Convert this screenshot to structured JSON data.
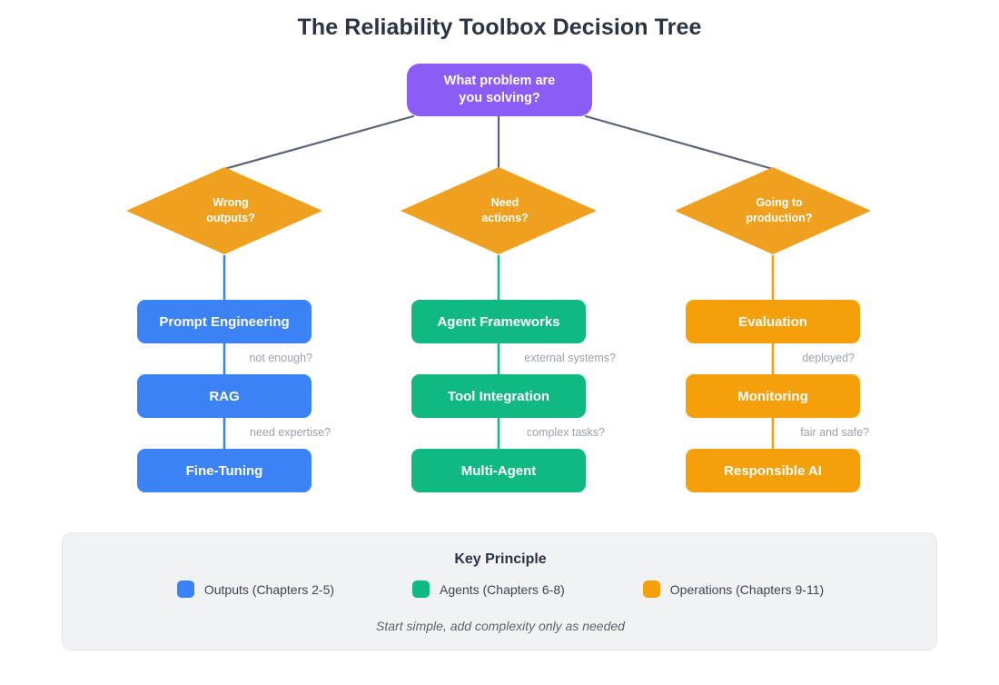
{
  "title": "The Reliability Toolbox Decision Tree",
  "colors": {
    "root": "#8b5cf6",
    "decision": "#f0a01f",
    "outputs": "#3b82f6",
    "agents": "#10b981",
    "operations": "#f5a00b",
    "connector": "#5a6478",
    "title_text": "#2c3444",
    "edge_label": "#9aa1ad",
    "panel_bg": "#f1f2f4"
  },
  "root": {
    "label": "What problem are\nyou solving?",
    "line1": "What problem are",
    "line2": "you solving?"
  },
  "branches": [
    {
      "id": "outputs",
      "decision_line1": "Wrong",
      "decision_line2": "outputs?",
      "steps": [
        {
          "label": "Prompt Engineering"
        },
        {
          "label": "RAG"
        },
        {
          "label": "Fine-Tuning"
        }
      ],
      "edge_labels": [
        "not enough?",
        "need expertise?"
      ]
    },
    {
      "id": "agents",
      "decision_line1": "Need",
      "decision_line2": "actions?",
      "steps": [
        {
          "label": "Agent Frameworks"
        },
        {
          "label": "Tool Integration"
        },
        {
          "label": "Multi-Agent"
        }
      ],
      "edge_labels": [
        "external systems?",
        "complex tasks?"
      ]
    },
    {
      "id": "operations",
      "decision_line1": "Going to",
      "decision_line2": "production?",
      "steps": [
        {
          "label": "Evaluation"
        },
        {
          "label": "Monitoring"
        },
        {
          "label": "Responsible AI"
        }
      ],
      "edge_labels": [
        "deployed?",
        "fair and safe?"
      ]
    }
  ],
  "legend": {
    "title": "Key Principle",
    "items": [
      {
        "color": "#3b82f6",
        "label": "Outputs (Chapters 2-5)"
      },
      {
        "color": "#10b981",
        "label": "Agents (Chapters 6-8)"
      },
      {
        "color": "#f5a00b",
        "label": "Operations (Chapters 9-11)"
      }
    ],
    "tagline": "Start simple, add complexity only as needed"
  }
}
